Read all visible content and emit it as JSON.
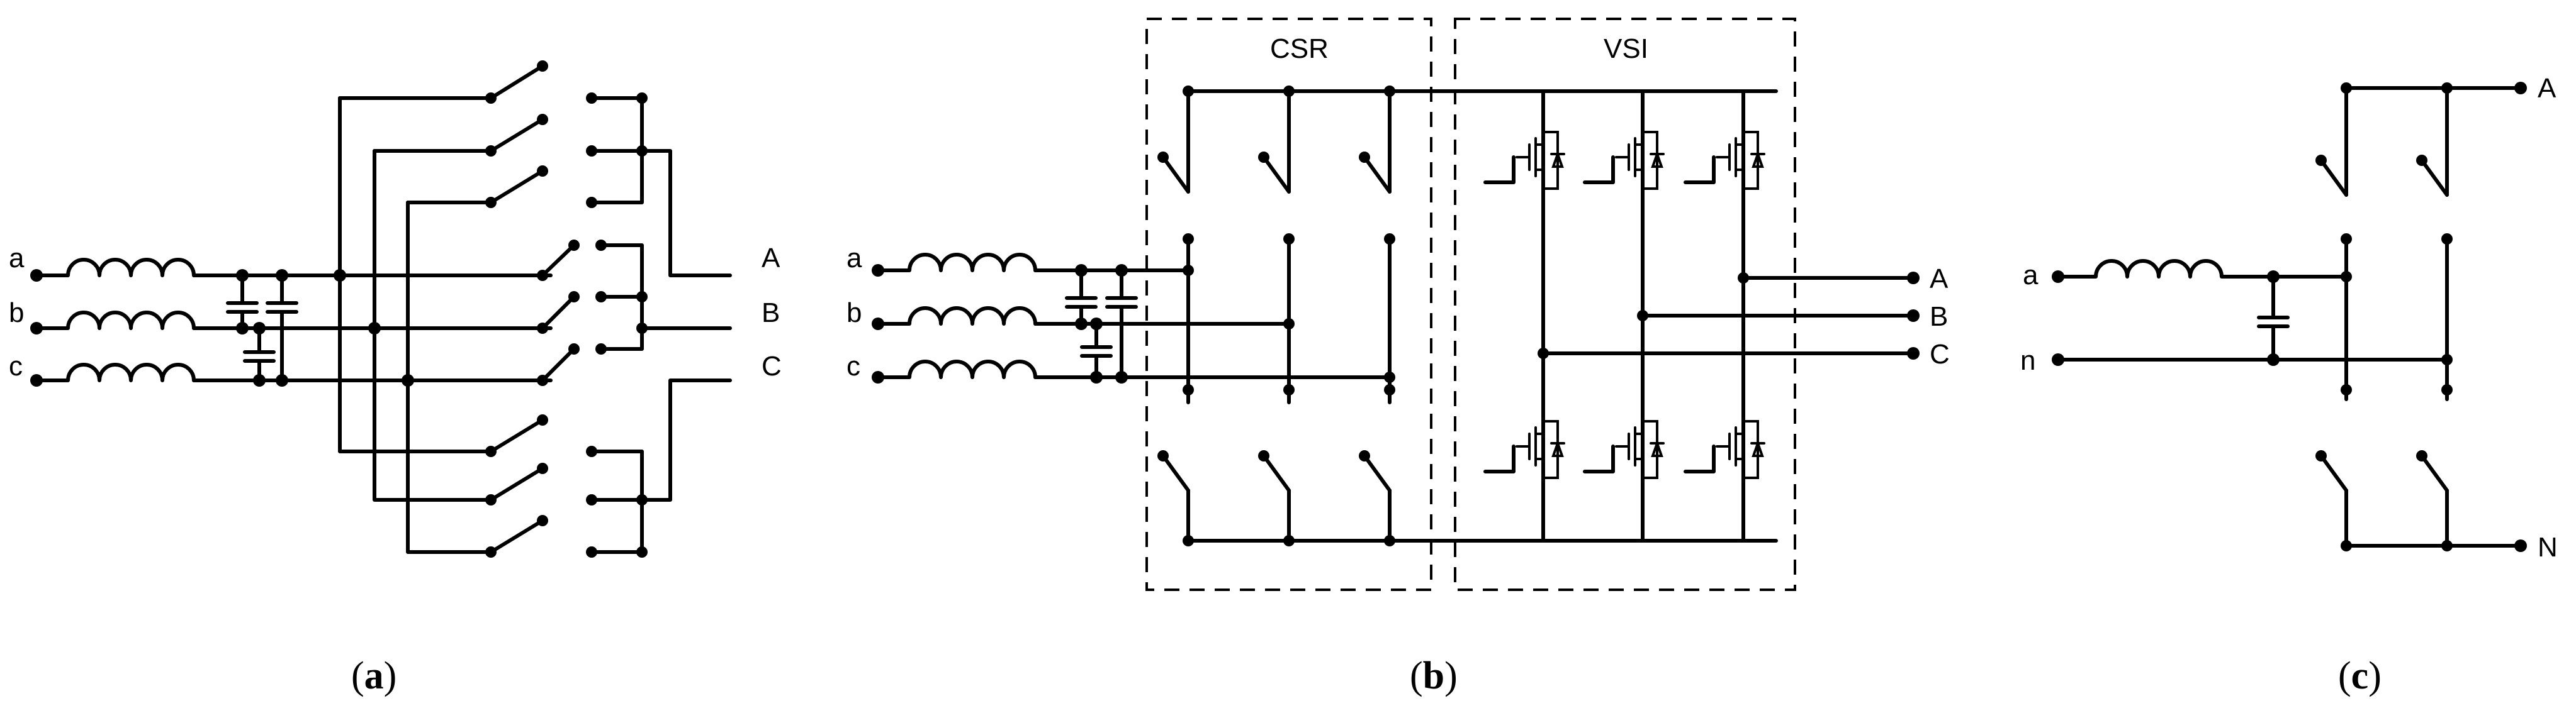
{
  "panel_a": {
    "inputs": [
      "a",
      "b",
      "c"
    ],
    "outputs": [
      "A",
      "B",
      "C"
    ],
    "caption_open": "(",
    "caption_letter": "a",
    "caption_close": ")"
  },
  "panel_b": {
    "inputs": [
      "a",
      "b",
      "c"
    ],
    "outputs": [
      "A",
      "B",
      "C"
    ],
    "box_labels": [
      "CSR",
      "VSI"
    ],
    "caption_open": "(",
    "caption_letter": "b",
    "caption_close": ")"
  },
  "panel_c": {
    "inputs": [
      "a",
      "n"
    ],
    "outputs": [
      "A",
      "N"
    ],
    "caption_open": "(",
    "caption_letter": "c",
    "caption_close": ")"
  }
}
